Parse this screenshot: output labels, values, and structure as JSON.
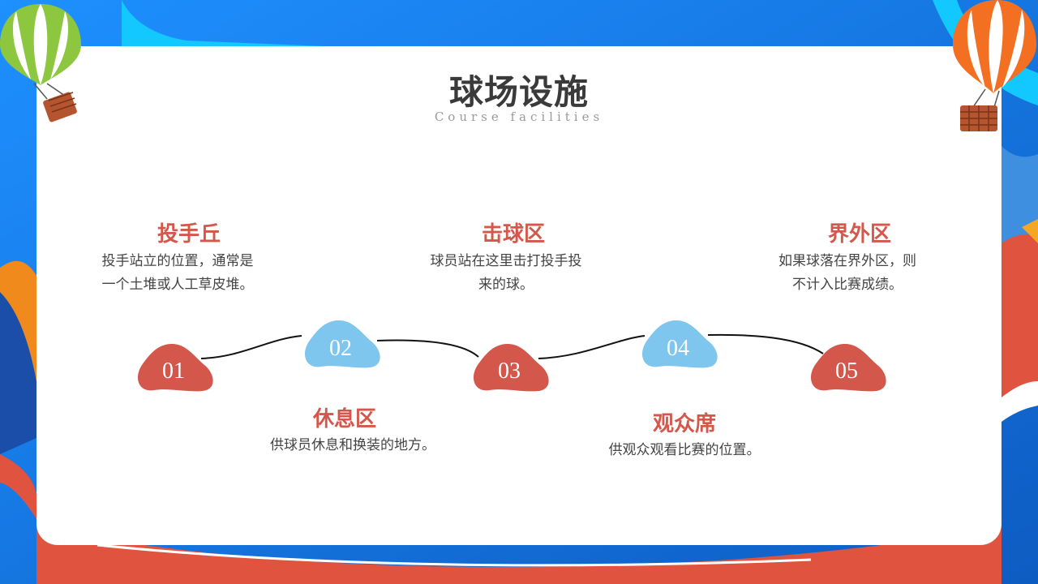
{
  "title": "球场设施",
  "subtitle": "Course facilities",
  "steps": [
    {
      "num": "01",
      "heading": "投手丘",
      "desc": "投手站立的位置，通常是一个土堆或人工草皮堆。",
      "color": "#d3574a"
    },
    {
      "num": "02",
      "heading": "休息区",
      "desc": "供球员休息和换装的地方。",
      "color": "#7ec6ee"
    },
    {
      "num": "03",
      "heading": "击球区",
      "desc": "球员站在这里击打投手投来的球。",
      "color": "#d3574a"
    },
    {
      "num": "04",
      "heading": "观众席",
      "desc": "供观众观看比赛的位置。",
      "color": "#7ec6ee"
    },
    {
      "num": "05",
      "heading": "界外区",
      "desc": "如果球落在界外区，则不计入比赛成绩。",
      "color": "#d3574a"
    }
  ],
  "colors": {
    "accent_red": "#d3574a",
    "accent_blue": "#7ec6ee",
    "bg_blue": "#1565c8"
  }
}
